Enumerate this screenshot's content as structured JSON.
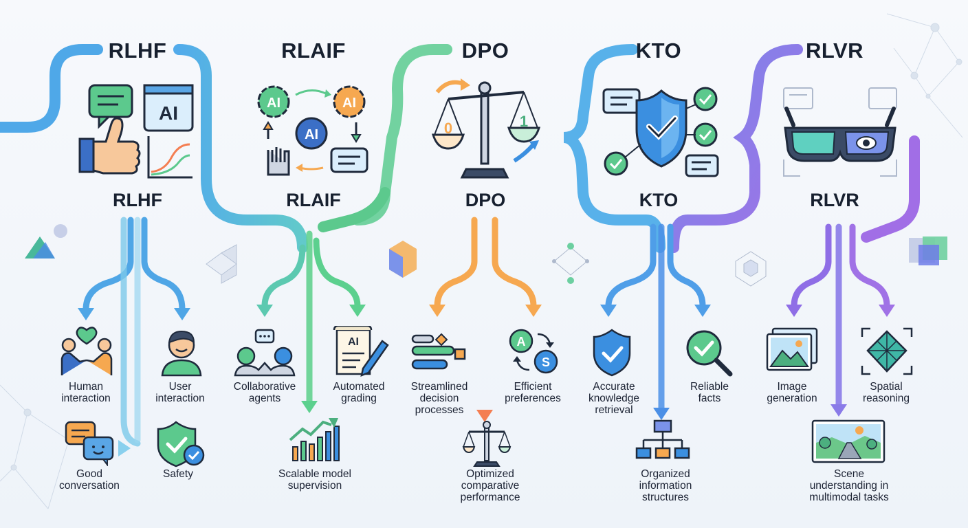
{
  "methods": [
    {
      "id": "rlhf",
      "title": "RLHF",
      "subtitle": "RLHF",
      "outcomes": [
        "Human\ninteraction",
        "User\ninteraction",
        "Good\nconversation",
        "Safety"
      ]
    },
    {
      "id": "rlaif",
      "title": "RLAIF",
      "subtitle": "RLAIF",
      "icon_text": [
        "AI",
        "AI",
        "AI"
      ],
      "outcomes": [
        "Collaborative\nagents",
        "Automated\ngrading",
        "Scalable model\nsupervision"
      ],
      "outcome_icon_text": "AI"
    },
    {
      "id": "dpo",
      "title": "DPO",
      "subtitle": "DPO",
      "icon_text": [
        "0",
        "1"
      ],
      "outcomes": [
        "Streamlined\ndecision\nprocesses",
        "Efficient\npreferences",
        "Optimized\ncomparative\nperformance"
      ],
      "outcome_icon_text": [
        "A",
        "S"
      ]
    },
    {
      "id": "kto",
      "title": "KTO",
      "subtitle": "KTO",
      "outcomes": [
        "Accurate\nknowledge\nretrieval",
        "Reliable\nfacts",
        "Organized\ninformation\nstructures"
      ]
    },
    {
      "id": "rlvr",
      "title": "RLVR",
      "subtitle": "RLVR",
      "outcomes": [
        "Image\ngeneration",
        "Spatial\nreasoning",
        "Scene\nunderstanding in\nmultimodal tasks"
      ]
    }
  ],
  "rlhf_icon_text": "AI",
  "colors": {
    "rlhf": "#45a6e6",
    "rlaif": "#5cc98d",
    "dpo": "#f5a04a",
    "kto": "#4a93e8",
    "rlvr": "#8f6ee6",
    "dark": "#1f2a3c"
  }
}
